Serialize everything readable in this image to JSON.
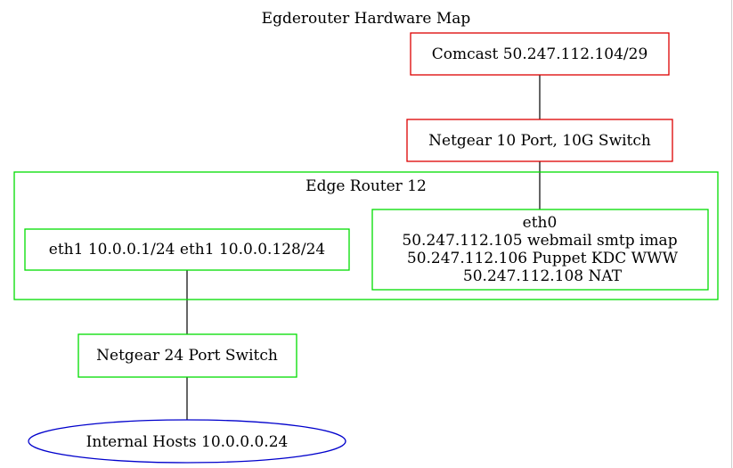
{
  "diagram": {
    "title": "Egderouter Hardware Map",
    "cluster": {
      "label": "Edge Router 12",
      "color": "#00dd00"
    },
    "nodes": {
      "comcast": {
        "label": "Comcast 50.247.112.104/29",
        "color": "#dd0000"
      },
      "switch10g": {
        "label": "Netgear 10 Port, 10G Switch",
        "color": "#dd0000"
      },
      "eth0": {
        "lines": [
          "eth0",
          "50.247.112.105 webmail smtp imap",
          "50.247.112.106 Puppet KDC WWW",
          "50.247.112.108 NAT"
        ],
        "color": "#00dd00"
      },
      "eth1": {
        "label": "eth1 10.0.0.1/24 eth1 10.0.0.128/24",
        "color": "#00dd00"
      },
      "switch24": {
        "label": "Netgear 24 Port Switch",
        "color": "#00dd00"
      },
      "internal": {
        "label": "Internal Hosts 10.0.0.0.24",
        "color": "#0000cc"
      }
    },
    "edges": [
      {
        "from": "comcast",
        "to": "switch10g"
      },
      {
        "from": "switch10g",
        "to": "eth0"
      },
      {
        "from": "eth1",
        "to": "switch24"
      },
      {
        "from": "switch24",
        "to": "internal"
      }
    ]
  }
}
